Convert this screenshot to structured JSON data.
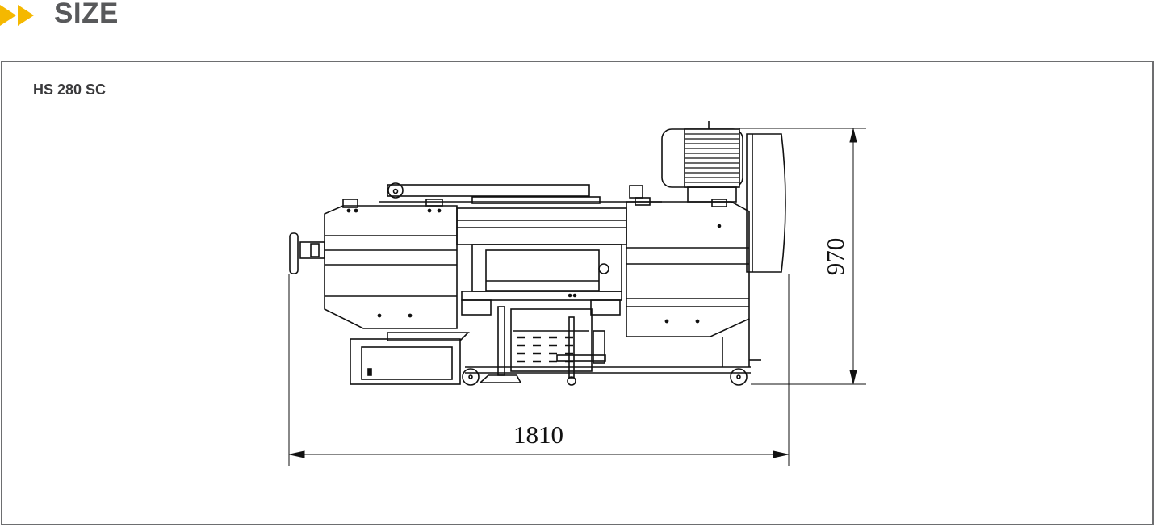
{
  "header": {
    "title": "SIZE",
    "icon": "double-chevron-right-icon",
    "accent_color": "#f5b800"
  },
  "model": {
    "name": "HS 280 SC"
  },
  "dimensions": {
    "width": "1810",
    "height": "970"
  }
}
